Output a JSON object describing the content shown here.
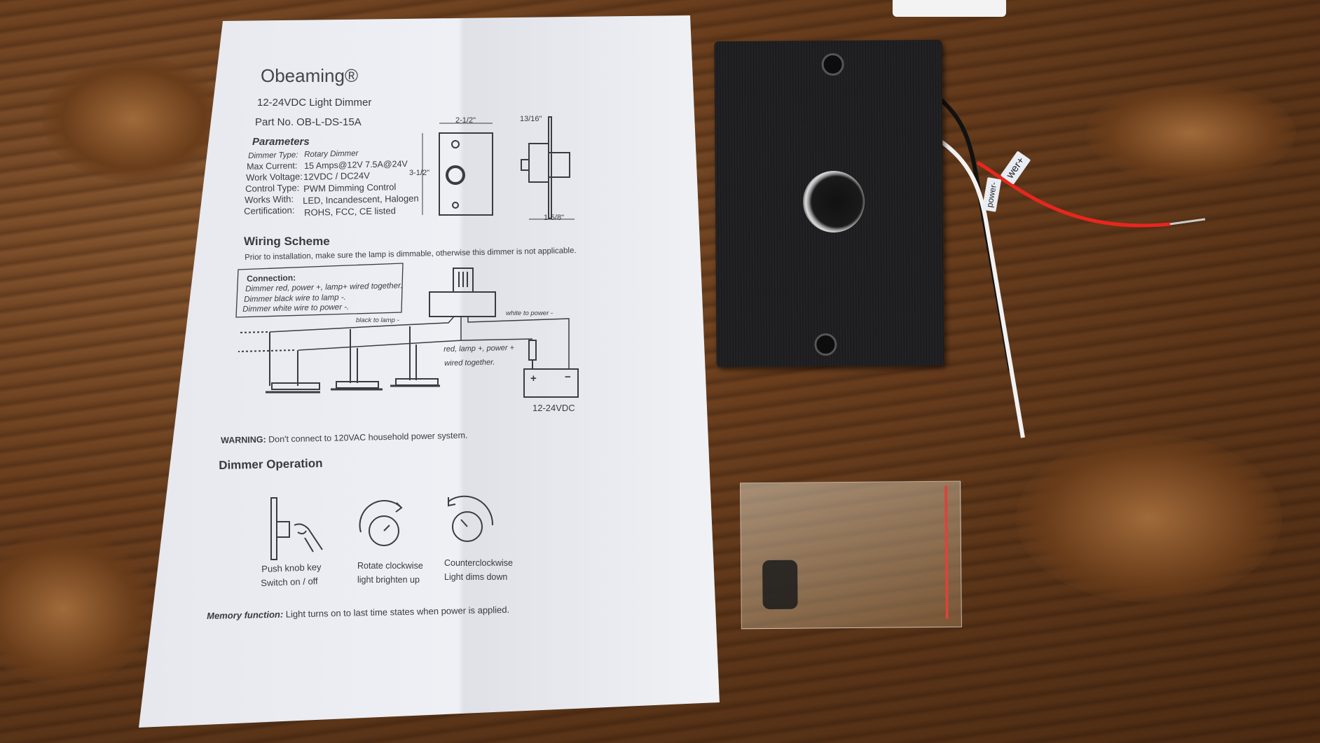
{
  "manual": {
    "brand": "Obeaming®",
    "product": "12-24VDC Light Dimmer",
    "part_no": "Part No. OB-L-DS-15A",
    "parameters_heading": "Parameters",
    "parameters": [
      {
        "label": "Dimmer Type:",
        "value": "Rotary Dimmer"
      },
      {
        "label": "Max Current:",
        "value": "15 Amps@12V 7.5A@24V"
      },
      {
        "label": "Work Voltage:",
        "value": "12VDC / DC24V"
      },
      {
        "label": "Control Type:",
        "value": "PWM Dimming Control"
      },
      {
        "label": "Works With:",
        "value": "LED, Incandescent, Halogen"
      },
      {
        "label": "Certification:",
        "value": "ROHS, FCC, CE listed"
      }
    ],
    "dimensions": {
      "width": "2-1/2\"",
      "height": "3-1/2\"",
      "depth_top": "13/16\"",
      "depth_bottom": "1-5/8\""
    },
    "wiring": {
      "heading": "Wiring Scheme",
      "note": "Prior to installation, make sure the lamp is dimmable, otherwise this dimmer is not applicable.",
      "connection_title": "Connection:",
      "connection_lines": [
        "Dimmer red, power +, lamp+ wired together.",
        "Dimmer black wire to lamp -.",
        "Dimmer white wire to power -."
      ],
      "label_black": "black to lamp -",
      "label_white": "white to power -",
      "label_red_1": "red, lamp +, power +",
      "label_red_2": "wired together.",
      "battery_plus": "+",
      "battery_minus": "−",
      "supply": "12-24VDC"
    },
    "warning_label": "WARNING:",
    "warning_text": "Don't connect to 120VAC household power system.",
    "operation": {
      "heading": "Dimmer Operation",
      "items": [
        {
          "icon": "push-knob-icon",
          "line1": "Push knob key",
          "line2": "Switch on / off"
        },
        {
          "icon": "rotate-clockwise-icon",
          "line1": "Rotate clockwise",
          "line2": "light brighten up"
        },
        {
          "icon": "rotate-counterclockwise-icon",
          "line1": "Counterclockwise",
          "line2": "Light dims down"
        }
      ]
    },
    "memory_label": "Memory function:",
    "memory_text": "Light turns on to last time states when power is applied."
  },
  "device": {
    "wire_tag_power_plus": "wer+",
    "wire_tag_power_minus": "power-",
    "wire_colors": {
      "red": "#e8261e",
      "black": "#111111",
      "white": "#f2f2f2"
    }
  }
}
